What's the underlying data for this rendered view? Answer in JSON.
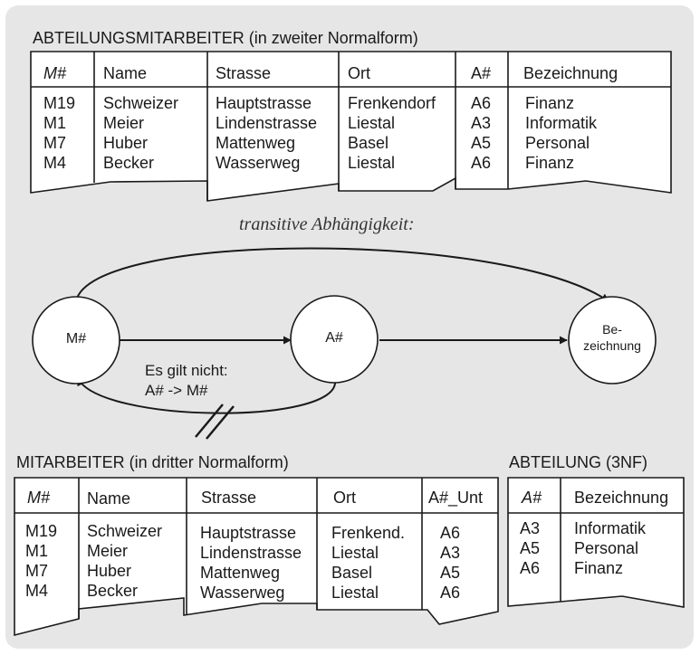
{
  "table1": {
    "caption": "ABTEILUNGSMITARBEITER (in zweiter Normalform)",
    "headers": [
      "M#",
      "Name",
      "Strasse",
      "Ort",
      "A#",
      "Bezeichnung"
    ],
    "rows": [
      [
        "M19",
        "Schweizer",
        "Hauptstrasse",
        "Frenkendorf",
        "A6",
        "Finanz"
      ],
      [
        "M1",
        "Meier",
        "Lindenstrasse",
        "Liestal",
        "A3",
        "Informatik"
      ],
      [
        "M7",
        "Huber",
        "Mattenweg",
        "Basel",
        "A5",
        "Personal"
      ],
      [
        "M4",
        "Becker",
        "Wasserweg",
        "Liestal",
        "A6",
        "Finanz"
      ]
    ]
  },
  "dependency": {
    "title": "transitive Abhängigkeit:",
    "node_m": "M#",
    "node_a": "A#",
    "node_b_line1": "Be-",
    "node_b_line2": "zeichnung",
    "note_line1": "Es gilt nicht:",
    "note_line2": "A# -> M#"
  },
  "table2": {
    "caption": "MITARBEITER (in dritter Normalform)",
    "headers": [
      "M#",
      "Name",
      "Strasse",
      "Ort",
      "A#_Unt"
    ],
    "rows": [
      [
        "M19",
        "Schweizer",
        "Hauptstrasse",
        "Frenkend.",
        "A6"
      ],
      [
        "M1",
        "Meier",
        "Lindenstrasse",
        "Liestal",
        "A3"
      ],
      [
        "M7",
        "Huber",
        "Mattenweg",
        "Basel",
        "A5"
      ],
      [
        "M4",
        "Becker",
        "Wasserweg",
        "Liestal",
        "A6"
      ]
    ]
  },
  "table3": {
    "caption": "ABTEILUNG (3NF)",
    "headers": [
      "A#",
      "Bezeichnung"
    ],
    "rows": [
      [
        "A3",
        "Informatik"
      ],
      [
        "A5",
        "Personal"
      ],
      [
        "A6",
        "Finanz"
      ]
    ]
  }
}
